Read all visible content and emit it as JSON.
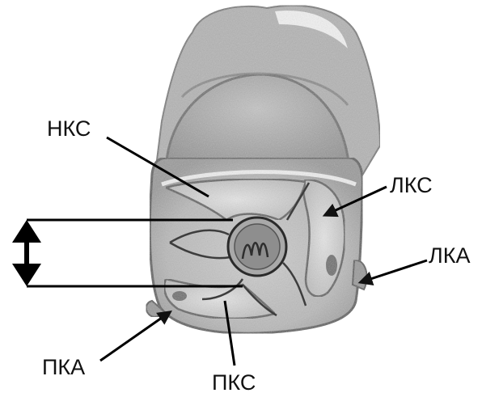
{
  "labels": {
    "nks": "НКС",
    "lks": "ЛКС",
    "lka": "ЛКА",
    "pka": "ПКА",
    "pks": "ПКС"
  }
}
